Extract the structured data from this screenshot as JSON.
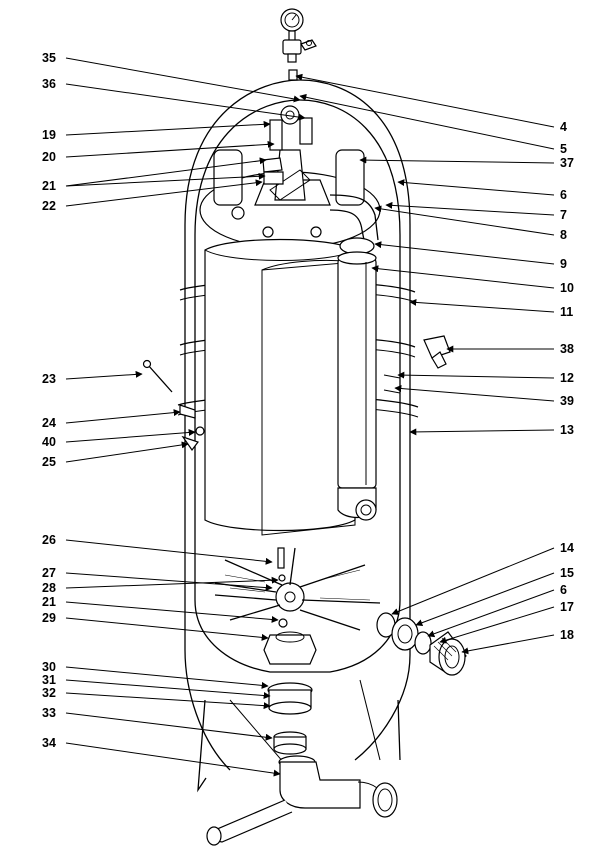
{
  "diagram": {
    "callouts_left": [
      {
        "id": "c35",
        "label": "35"
      },
      {
        "id": "c36",
        "label": "36"
      },
      {
        "id": "c19",
        "label": "19"
      },
      {
        "id": "c20",
        "label": "20"
      },
      {
        "id": "c21a",
        "label": "21"
      },
      {
        "id": "c22",
        "label": "22"
      },
      {
        "id": "c23",
        "label": "23"
      },
      {
        "id": "c24",
        "label": "24"
      },
      {
        "id": "c40",
        "label": "40"
      },
      {
        "id": "c25",
        "label": "25"
      },
      {
        "id": "c26",
        "label": "26"
      },
      {
        "id": "c27",
        "label": "27"
      },
      {
        "id": "c28",
        "label": "28"
      },
      {
        "id": "c21b",
        "label": "21"
      },
      {
        "id": "c29",
        "label": "29"
      },
      {
        "id": "c30",
        "label": "30"
      },
      {
        "id": "c31",
        "label": "31"
      },
      {
        "id": "c32",
        "label": "32"
      },
      {
        "id": "c33",
        "label": "33"
      },
      {
        "id": "c34",
        "label": "34"
      }
    ],
    "callouts_right": [
      {
        "id": "c4",
        "label": "4"
      },
      {
        "id": "c5",
        "label": "5"
      },
      {
        "id": "c37",
        "label": "37"
      },
      {
        "id": "c6a",
        "label": "6"
      },
      {
        "id": "c7",
        "label": "7"
      },
      {
        "id": "c8",
        "label": "8"
      },
      {
        "id": "c9",
        "label": "9"
      },
      {
        "id": "c10",
        "label": "10"
      },
      {
        "id": "c11",
        "label": "11"
      },
      {
        "id": "c38",
        "label": "38"
      },
      {
        "id": "c12",
        "label": "12"
      },
      {
        "id": "c39",
        "label": "39"
      },
      {
        "id": "c13",
        "label": "13"
      },
      {
        "id": "c14",
        "label": "14"
      },
      {
        "id": "c15",
        "label": "15"
      },
      {
        "id": "c6b",
        "label": "6"
      },
      {
        "id": "c17",
        "label": "17"
      },
      {
        "id": "c18",
        "label": "18"
      }
    ]
  }
}
